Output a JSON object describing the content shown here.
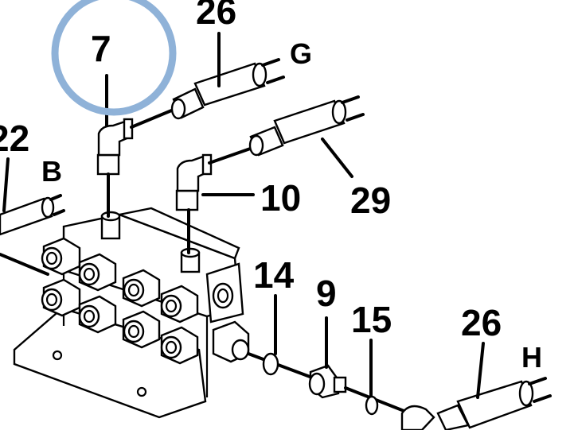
{
  "callouts": {
    "c7": "7",
    "c26_top": "26",
    "c22": "22",
    "c10": "10",
    "c29": "29",
    "c14": "14",
    "c9": "9",
    "c15": "15",
    "c26_bottom": "26"
  },
  "letters": {
    "G": "G",
    "B": "B",
    "H": "H"
  },
  "highlight": {
    "color": "#8fb2d8",
    "target": "7"
  }
}
